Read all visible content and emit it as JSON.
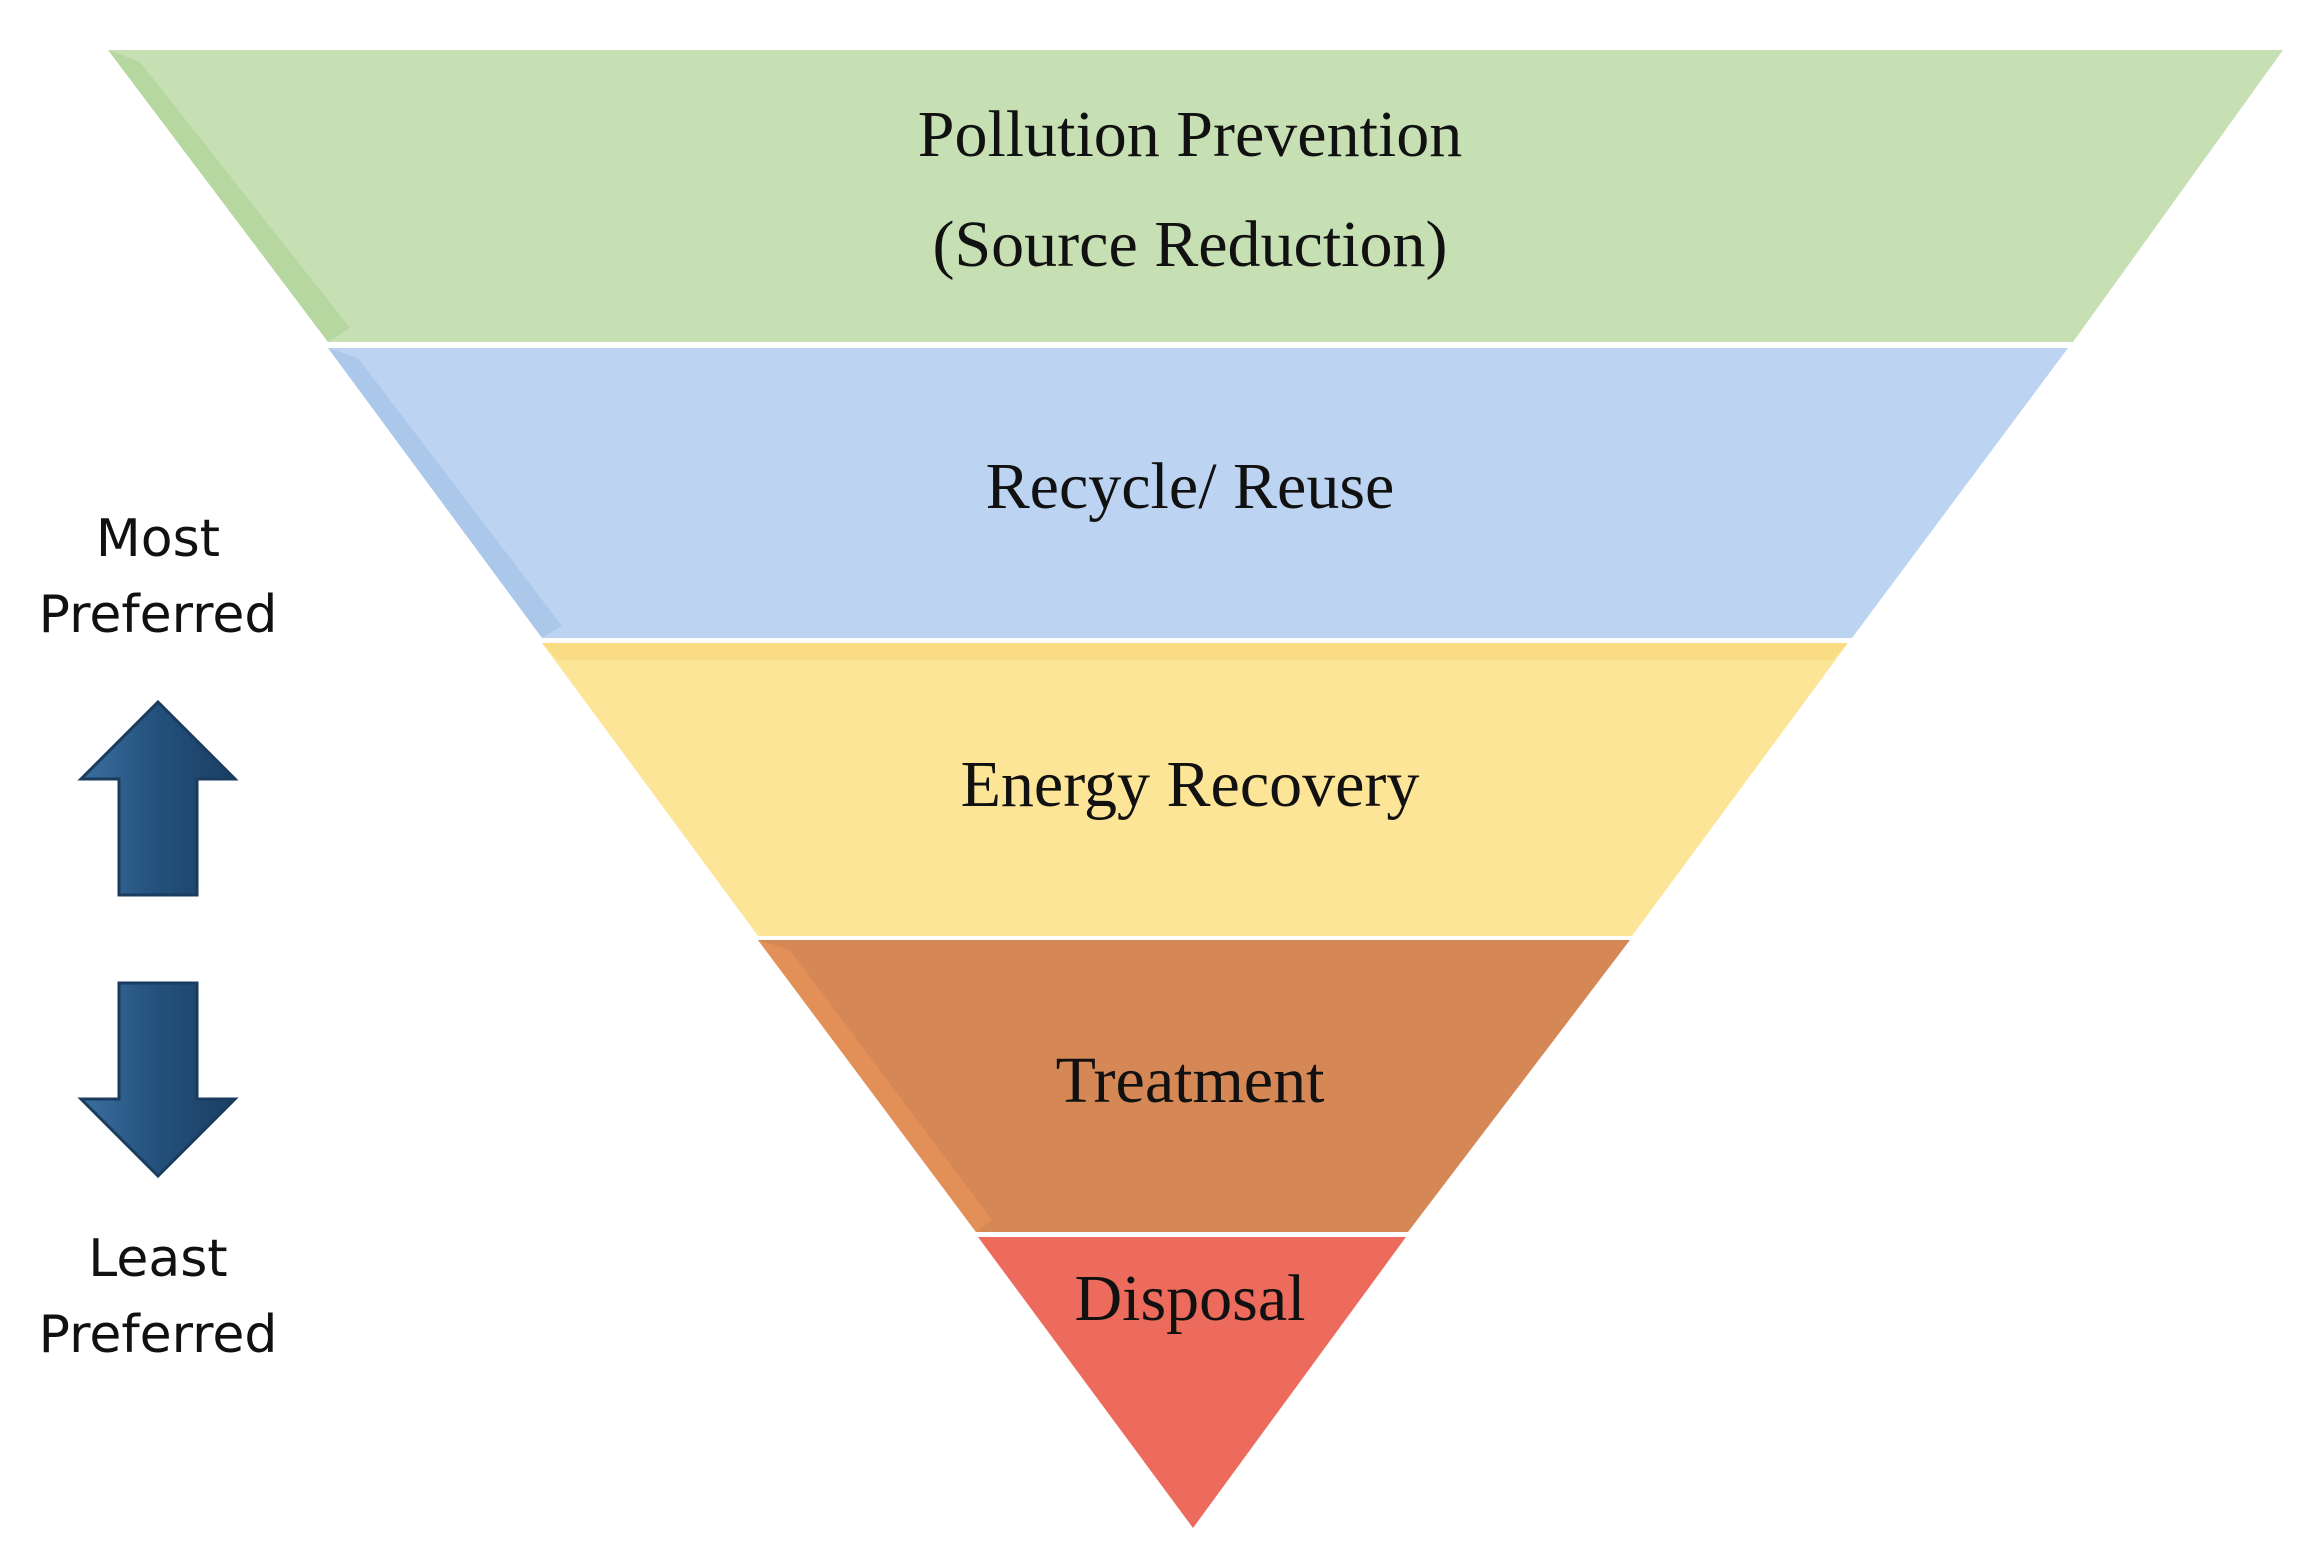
{
  "hierarchy": {
    "tiers": [
      {
        "lines": [
          "Pollution Prevention",
          "(Source Reduction)"
        ],
        "color": "#c6e0b4",
        "edge": "#a9cf8f"
      },
      {
        "lines": [
          "Recycle/ Reuse"
        ],
        "color": "#bcd4f2",
        "edge": "#9dbde6"
      },
      {
        "lines": [
          "Energy Recovery"
        ],
        "color": "#fde597",
        "edge": "#f3d06a"
      },
      {
        "lines": [
          "Treatment"
        ],
        "color": "#d58856",
        "edge": "#e8935a"
      },
      {
        "lines": [
          "Disposal"
        ],
        "color": "#ed6b5c",
        "edge": "#d9574a"
      }
    ]
  },
  "preference": {
    "top_label": [
      "Most",
      "Preferred"
    ],
    "bottom_label": [
      "Least",
      "Preferred"
    ],
    "arrow_color": "#2f5f8f",
    "arrow_up_icon": "arrow-up-icon",
    "arrow_down_icon": "arrow-down-icon"
  }
}
